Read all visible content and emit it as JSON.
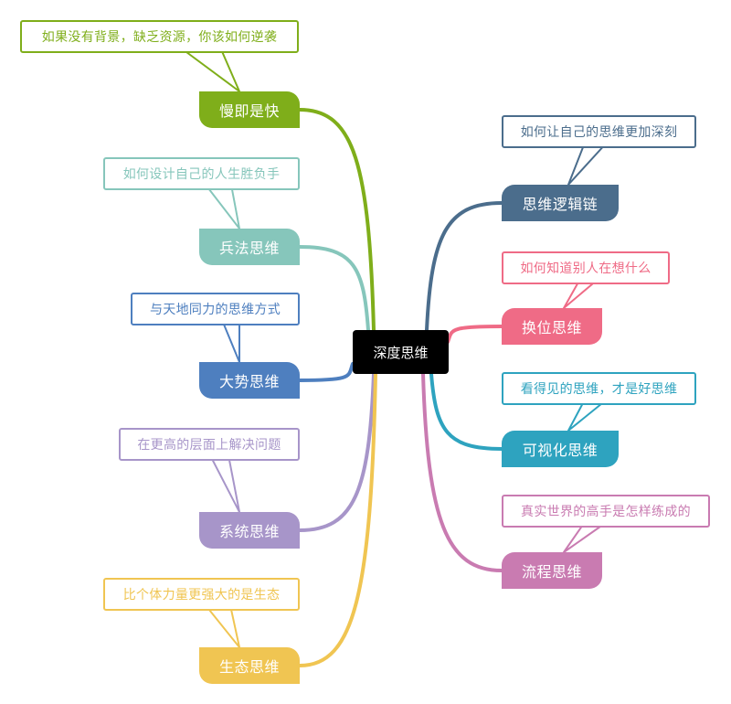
{
  "center": {
    "label": "深度思维"
  },
  "branches": [
    {
      "id": "slow-is-fast",
      "label": "慢即是快",
      "note": "如果没有背景，缺乏资源，你该如何逆袭",
      "color": "#7fae1a",
      "side": "left"
    },
    {
      "id": "art-of-war",
      "label": "兵法思维",
      "note": "如何设计自己的人生胜负手",
      "color": "#86c6bb",
      "side": "left"
    },
    {
      "id": "momentum",
      "label": "大势思维",
      "note": "与天地同力的思维方式",
      "color": "#4e7fbf",
      "side": "left"
    },
    {
      "id": "systems",
      "label": "系统思维",
      "note": "在更高的层面上解决问题",
      "color": "#a795c9",
      "side": "left"
    },
    {
      "id": "ecology",
      "label": "生态思维",
      "note": "比个体力量更强大的是生态",
      "color": "#f0c552",
      "side": "left"
    },
    {
      "id": "logic-chain",
      "label": "思维逻辑链",
      "note": "如何让自己的思维更加深刻",
      "color": "#4b6d8c",
      "side": "right"
    },
    {
      "id": "perspective",
      "label": "换位思维",
      "note": "如何知道别人在想什么",
      "color": "#ef6b86",
      "side": "right"
    },
    {
      "id": "visual",
      "label": "可视化思维",
      "note": "看得见的思维，才是好思维",
      "color": "#2ea3bf",
      "side": "right"
    },
    {
      "id": "process",
      "label": "流程思维",
      "note": "真实世界的高手是怎样练成的",
      "color": "#c97bb1",
      "side": "right"
    }
  ]
}
